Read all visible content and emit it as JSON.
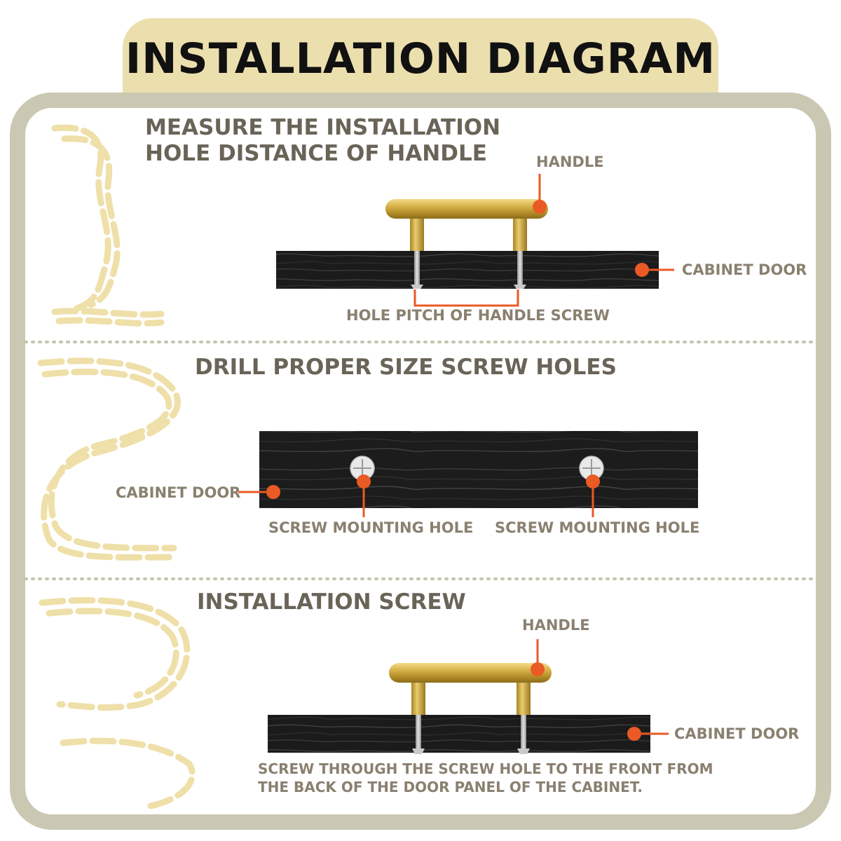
{
  "diagram": {
    "title": "INSTALLATION DIAGRAM",
    "step1": {
      "heading_line1": "MEASURE THE INSTALLATION",
      "heading_line2": "HOLE DISTANCE OF HANDLE",
      "handle_label": "HANDLE",
      "door_label": "CABINET DOOR",
      "pitch_label": "HOLE PITCH OF HANDLE SCREW"
    },
    "step2": {
      "heading": "DRILL PROPER SIZE SCREW HOLES",
      "door_label": "CABINET DOOR",
      "hole_left_label": "SCREW MOUNTING HOLE",
      "hole_right_label": "SCREW MOUNTING HOLE"
    },
    "step3": {
      "heading": "INSTALLATION SCREW",
      "handle_label": "HANDLE",
      "door_label": "CABINET DOOR",
      "note_line1": "SCREW THROUGH THE SCREW HOLE TO THE FRONT FROM",
      "note_line2": "THE BACK OF THE DOOR PANEL OF THE CABINET."
    }
  },
  "colors": {
    "accent_orange": "#ea5a25",
    "title_tab": "#ecdfae",
    "frame": "#cac8b3",
    "text_gray": "#8a8070",
    "heading_gray": "#6a6458",
    "brass": "#c9a63a",
    "wood_dark": "#1b1b1b",
    "rope": "#efdfa8"
  }
}
